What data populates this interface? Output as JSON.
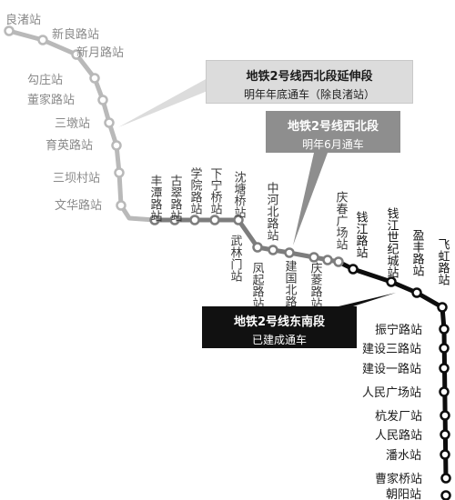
{
  "callouts": {
    "extension": {
      "title": "地铁2号线西北段延伸段",
      "subtitle": "明年年底通车（除良渚站）"
    },
    "northwest": {
      "title": "地铁2号线西北段",
      "subtitle": "明年6月通车"
    },
    "southeast": {
      "title": "地铁2号线东南段",
      "subtitle": "已建成通车"
    }
  },
  "stations": {
    "extension": [
      "良渚站",
      "新良路站",
      "新月路站",
      "勾庄站",
      "董家路站",
      "三墩站",
      "育英路站",
      "三坝村站",
      "文华路站"
    ],
    "northwest": [
      "丰潭路站",
      "古翠路站",
      "学院路站",
      "下宁桥站",
      "沈塘桥站",
      "武林门站",
      "凤起路站",
      "中河北路站",
      "建国北路站",
      "庆菱路站",
      "庆春广场站"
    ],
    "southeast": [
      "钱江路站",
      "钱江世纪城站",
      "盈丰路站",
      "飞虹路站",
      "振宁路站",
      "建设三路站",
      "建设一路站",
      "人民广场站",
      "杭发厂站",
      "人民路站",
      "潘水站",
      "曹家桥站",
      "朝阳站"
    ]
  },
  "colors": {
    "extension_line": "#b9b9b9",
    "northwest_line": "#7d7d7d",
    "southeast_line": "#0d0d0d",
    "callout_extension_bg": "#dcdcdc",
    "callout_northwest_bg": "#8e8e8e",
    "callout_southeast_bg": "#111111"
  }
}
